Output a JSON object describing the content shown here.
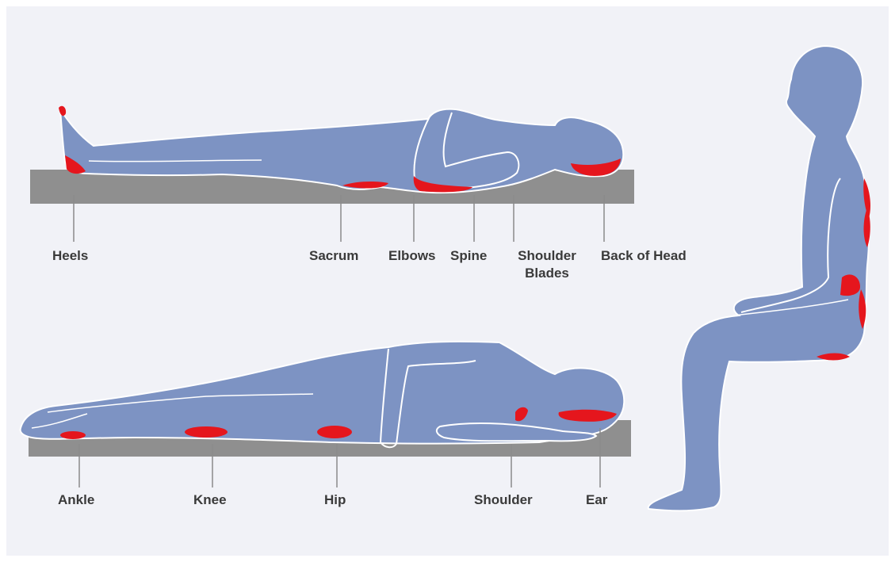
{
  "colors": {
    "body": "#7d93c3",
    "outline": "#ffffff",
    "pressure": "#e5161d",
    "mattress": "#8f8f8f",
    "leader": "#8a8a8a",
    "background": "#f1f2f7"
  },
  "supine_labels": {
    "heels": "Heels",
    "sacrum": "Sacrum",
    "elbows": "Elbows",
    "spine": "Spine",
    "shoulder_blades_1": "Shoulder",
    "shoulder_blades_2": "Blades",
    "back_of_head": "Back of Head"
  },
  "lateral_labels": {
    "ankle": "Ankle",
    "knee": "Knee",
    "hip": "Hip",
    "shoulder": "Shoulder",
    "ear": "Ear"
  }
}
